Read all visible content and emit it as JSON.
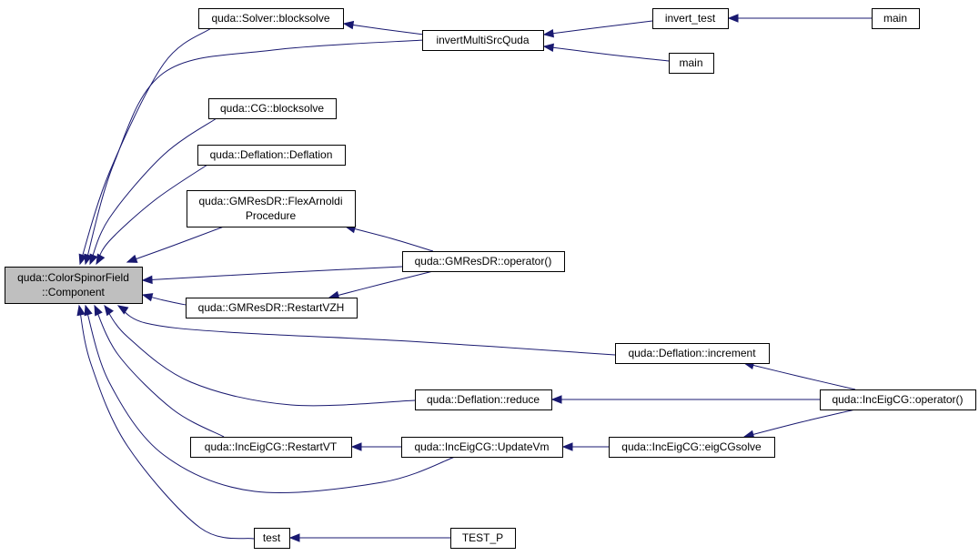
{
  "colors": {
    "edge": "#191970",
    "node_fill": "#ffffff",
    "focus_fill": "#bfbfbf",
    "border": "#000000"
  },
  "nodes": [
    {
      "id": "component",
      "lines": [
        "quda::ColorSpinorField",
        "::Component"
      ],
      "focus": true
    },
    {
      "id": "solver_blocksolve",
      "lines": [
        "quda::Solver::blocksolve"
      ]
    },
    {
      "id": "invertMultiSrcQuda",
      "lines": [
        "invertMultiSrcQuda"
      ]
    },
    {
      "id": "invert_test",
      "lines": [
        "invert_test"
      ]
    },
    {
      "id": "main1",
      "lines": [
        "main"
      ]
    },
    {
      "id": "main2",
      "lines": [
        "main"
      ]
    },
    {
      "id": "cg_blocksolve",
      "lines": [
        "quda::CG::blocksolve"
      ]
    },
    {
      "id": "deflation_ctor",
      "lines": [
        "quda::Deflation::Deflation"
      ]
    },
    {
      "id": "gmresdr_flex",
      "lines": [
        "quda::GMResDR::FlexArnoldi",
        "Procedure"
      ]
    },
    {
      "id": "gmresdr_op",
      "lines": [
        "quda::GMResDR::operator()"
      ]
    },
    {
      "id": "gmresdr_restart",
      "lines": [
        "quda::GMResDR::RestartVZH"
      ]
    },
    {
      "id": "deflation_increment",
      "lines": [
        "quda::Deflation::increment"
      ]
    },
    {
      "id": "inceig_op",
      "lines": [
        "quda::IncEigCG::operator()"
      ]
    },
    {
      "id": "deflation_reduce",
      "lines": [
        "quda::Deflation::reduce"
      ]
    },
    {
      "id": "inceig_restartvt",
      "lines": [
        "quda::IncEigCG::RestartVT"
      ]
    },
    {
      "id": "inceig_updatevm",
      "lines": [
        "quda::IncEigCG::UpdateVm"
      ]
    },
    {
      "id": "inceig_eigcgsolve",
      "lines": [
        "quda::IncEigCG::eigCGsolve"
      ]
    },
    {
      "id": "test",
      "lines": [
        "test"
      ]
    },
    {
      "id": "test_p",
      "lines": [
        "TEST_P"
      ]
    }
  ],
  "edges": [
    {
      "from": "solver_blocksolve",
      "to": "component"
    },
    {
      "from": "invertMultiSrcQuda",
      "to": "component"
    },
    {
      "from": "cg_blocksolve",
      "to": "component"
    },
    {
      "from": "deflation_ctor",
      "to": "component"
    },
    {
      "from": "gmresdr_flex",
      "to": "component"
    },
    {
      "from": "gmresdr_op",
      "to": "component"
    },
    {
      "from": "gmresdr_restart",
      "to": "component"
    },
    {
      "from": "deflation_increment",
      "to": "component"
    },
    {
      "from": "deflation_reduce",
      "to": "component"
    },
    {
      "from": "inceig_restartvt",
      "to": "component"
    },
    {
      "from": "inceig_updatevm",
      "to": "component"
    },
    {
      "from": "test",
      "to": "component"
    },
    {
      "from": "invertMultiSrcQuda",
      "to": "solver_blocksolve"
    },
    {
      "from": "invert_test",
      "to": "invertMultiSrcQuda"
    },
    {
      "from": "main2",
      "to": "invertMultiSrcQuda"
    },
    {
      "from": "main1",
      "to": "invert_test"
    },
    {
      "from": "gmresdr_op",
      "to": "gmresdr_flex"
    },
    {
      "from": "gmresdr_op",
      "to": "gmresdr_restart"
    },
    {
      "from": "inceig_op",
      "to": "deflation_increment"
    },
    {
      "from": "inceig_op",
      "to": "deflation_reduce"
    },
    {
      "from": "inceig_op",
      "to": "inceig_eigcgsolve"
    },
    {
      "from": "inceig_eigcgsolve",
      "to": "inceig_updatevm"
    },
    {
      "from": "inceig_updatevm",
      "to": "inceig_restartvt"
    },
    {
      "from": "test_p",
      "to": "test"
    }
  ]
}
